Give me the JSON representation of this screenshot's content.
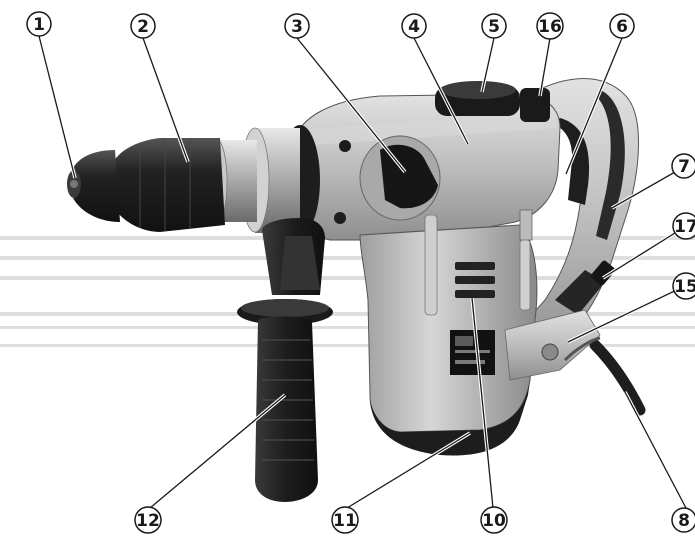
{
  "diagram": {
    "callouts": [
      {
        "id": "c1",
        "label": "1"
      },
      {
        "id": "c2",
        "label": "2"
      },
      {
        "id": "c3",
        "label": "3"
      },
      {
        "id": "c4",
        "label": "4"
      },
      {
        "id": "c5",
        "label": "5"
      },
      {
        "id": "c16",
        "label": "16"
      },
      {
        "id": "c6",
        "label": "6"
      },
      {
        "id": "c7",
        "label": "7"
      },
      {
        "id": "c17",
        "label": "17"
      },
      {
        "id": "c15",
        "label": "15"
      },
      {
        "id": "c12",
        "label": "12"
      },
      {
        "id": "c11",
        "label": "11"
      },
      {
        "id": "c10",
        "label": "10"
      },
      {
        "id": "c8",
        "label": "8"
      }
    ],
    "colors": {
      "body_light": "#c9c9c9",
      "body_mid": "#9c9c9c",
      "body_dark": "#2a2a2a",
      "rubber": "#1d1d1d",
      "line": "#1a1a1a"
    }
  }
}
